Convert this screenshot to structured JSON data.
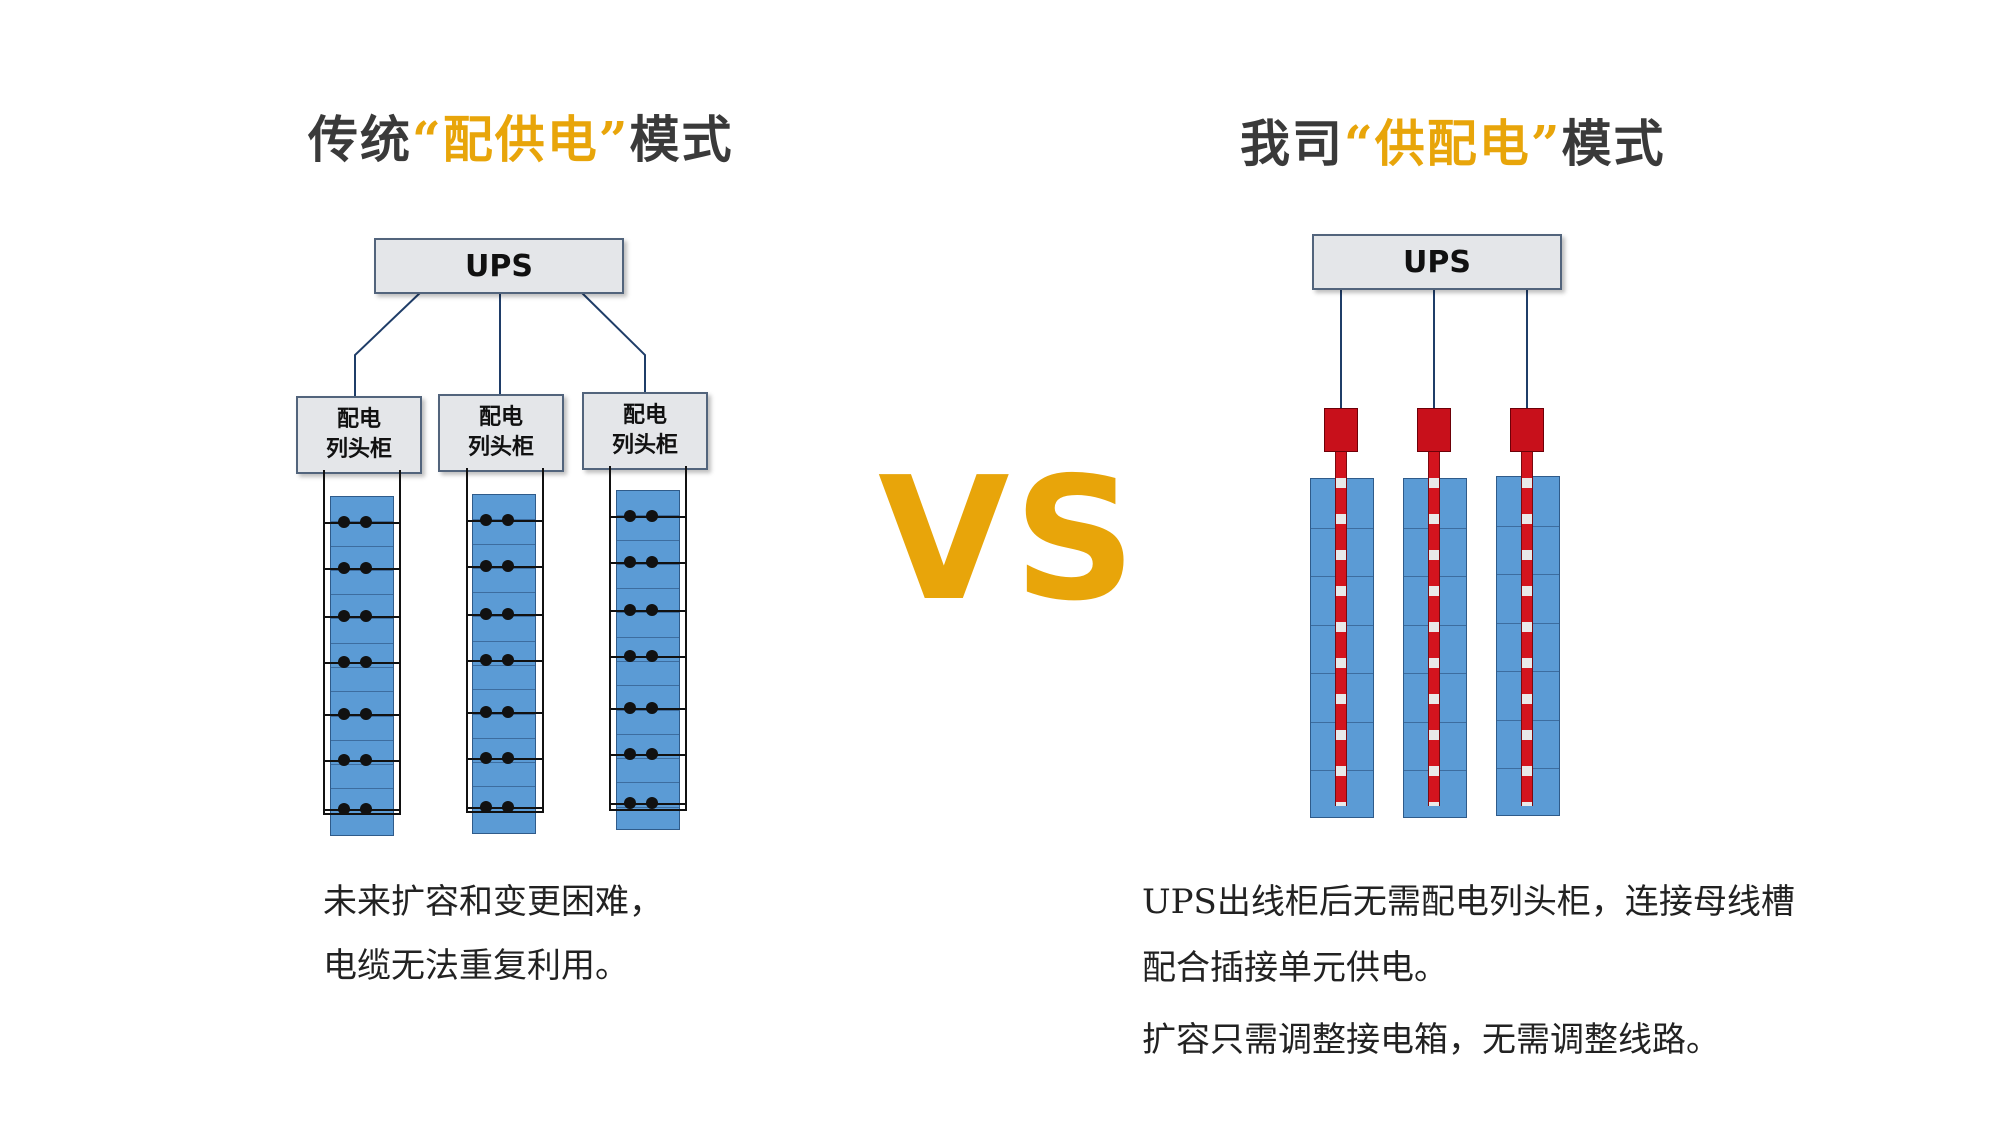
{
  "left": {
    "title_pre": "传统",
    "title_hl": "“配供电”",
    "title_post": "模式",
    "ups_label": "UPS",
    "pdu_line1": "配电",
    "pdu_line2": "列头柜",
    "description": [
      "未来扩容和变更困难，",
      "电缆无法重复利用。"
    ]
  },
  "right": {
    "title_pre": "我司",
    "title_hl": "“供配电”",
    "title_post": "模式",
    "ups_label": "UPS",
    "description": [
      "UPS出线柜后无需配电列头柜，连接母线槽",
      "配合插接单元供电。",
      "扩容只需调整接电箱，无需调整线路。"
    ]
  },
  "vs_label": "VS",
  "colors": {
    "accent": "#e8a50a",
    "rack_blue": "#5b9bd5",
    "busbar_red": "#d3141e",
    "box_gray": "#e4e6e9"
  }
}
